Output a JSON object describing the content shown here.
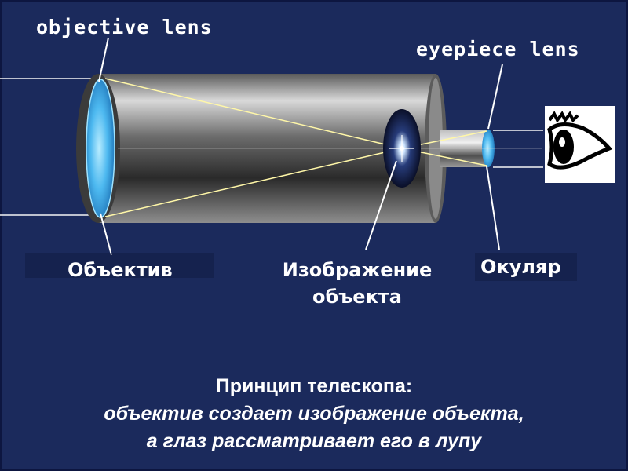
{
  "labels": {
    "objective_lens_en": "objective lens",
    "eyepiece_lens_en": "eyepiece lens",
    "objective_ru": "Объектив",
    "image_ru_line1": "Изображение",
    "image_ru_line2": "объекта",
    "eyepiece_ru": "Окуляр"
  },
  "caption": {
    "title": "Принцип  телескопа:",
    "line1": "объектив создает изображение объекта,",
    "line2": "а глаз рассматривает его в лупу"
  },
  "colors": {
    "background": "#1b2a5c",
    "ray": "#fff7a8",
    "lens": "#45b8f0",
    "text": "#ffffff"
  },
  "icons": {
    "eye": "eye-icon"
  }
}
